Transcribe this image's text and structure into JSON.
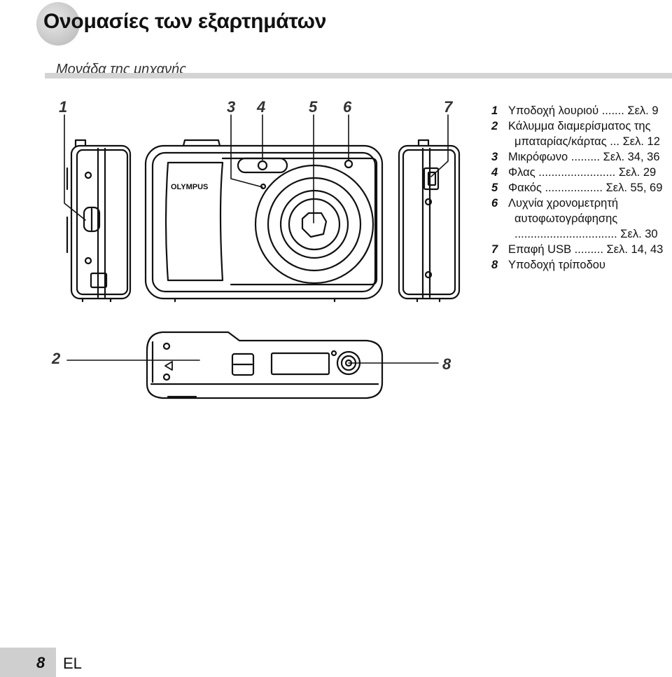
{
  "header": {
    "title": "Ονομασίες των εξαρτημάτων",
    "subtitle": "Μονάδα της μηχανής"
  },
  "callouts": {
    "n1": "1",
    "n2": "2",
    "n3": "3",
    "n4": "4",
    "n5": "5",
    "n6": "6",
    "n7": "7",
    "n8": "8"
  },
  "camera": {
    "brand": "OLYMPUS"
  },
  "legend": [
    {
      "num": "1",
      "text": "Υποδοχή λουριού ....... Σελ. 9"
    },
    {
      "num": "2",
      "text": "Κάλυμμα διαμερίσματος της",
      "cont": "μπαταρίας/κάρτας ... Σελ. 12"
    },
    {
      "num": "3",
      "text": "Μικρόφωνο ......... Σελ. 34, 36"
    },
    {
      "num": "4",
      "text": "Φλας ........................ Σελ. 29"
    },
    {
      "num": "5",
      "text": "Φακός .................. Σελ. 55, 69"
    },
    {
      "num": "6",
      "text": "Λυχνία χρονομετρητή",
      "cont": "αυτοφωτογράφησης",
      "cont2": "................................ Σελ. 30"
    },
    {
      "num": "7",
      "text": "Επαφή USB ......... Σελ. 14, 43"
    },
    {
      "num": "8",
      "text": "Υποδοχή τρίποδου"
    }
  ],
  "footer": {
    "page": "8",
    "lang": "EL"
  }
}
